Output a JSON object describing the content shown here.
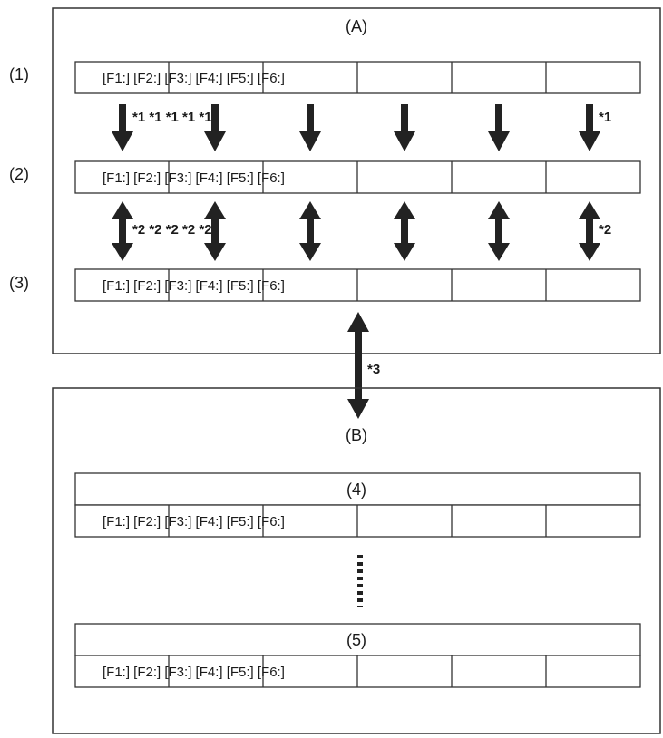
{
  "section_a": {
    "label": "(A)"
  },
  "section_b": {
    "label": "(B)"
  },
  "rows": [
    {
      "label": "(1)"
    },
    {
      "label": "(2)"
    },
    {
      "label": "(3)"
    }
  ],
  "blocks": [
    {
      "label": "(4)"
    },
    {
      "label": "(5)"
    }
  ],
  "cell_text": "[F1:] [F2:] [F3:] [F4:] [F5:] [F6:]",
  "notes": {
    "row1_group": "*1 *1 *1 *1 *1",
    "row1_right": "*1",
    "row2_group": "*2 *2 *2 *2 *2",
    "row2_right": "*2",
    "link_ab": "*3"
  },
  "colors": {
    "stroke": "#333333",
    "arrow": "#222222",
    "text": "#1a1a1a"
  }
}
